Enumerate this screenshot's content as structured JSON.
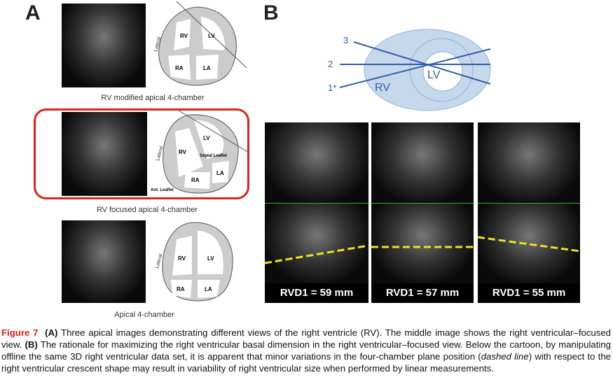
{
  "panel_a": {
    "label": "A",
    "views": [
      {
        "caption": "RV modified apical 4-chamber"
      },
      {
        "caption": "RV focused apical 4-chamber"
      },
      {
        "caption": "Apical 4-chamber"
      }
    ],
    "cartoon_labels": {
      "rv": "RV",
      "lv": "LV",
      "ra": "RA",
      "la": "LA",
      "lateral": "Lateral",
      "septal": "Septal Leaflet",
      "ant": "Ant. Leaflet"
    }
  },
  "panel_b": {
    "label": "B",
    "cartoon": {
      "lines": [
        "3",
        "2",
        "1*"
      ],
      "rv": "RV",
      "lv": "LV"
    },
    "measurements": [
      "RVD1 = 59 mm",
      "RVD1 = 57 mm",
      "RVD1 = 55 mm"
    ]
  },
  "caption": {
    "figure": "Figure 7",
    "a": "(A)",
    "a_text": " Three apical images demonstrating different views of the right ventricle (RV). The middle image shows the right ventricular–focused view. ",
    "b": "(B)",
    "b_text": " The rationale for maximizing the right ventricular basal dimension in the right ventricular–focused view. Below the cartoon, by manipulating offline the same 3D right ventricular data set, it is apparent that minor variations in the four-chamber plane position (",
    "dashed": "dashed line",
    "end": ") with respect to the right ventricular crescent shape may result in variability of right ventricular size when performed by linear measurements."
  },
  "colors": {
    "highlight": "#d8261c",
    "cartoon_blue": "#2f5ca8",
    "dashed": "#f0e020"
  }
}
